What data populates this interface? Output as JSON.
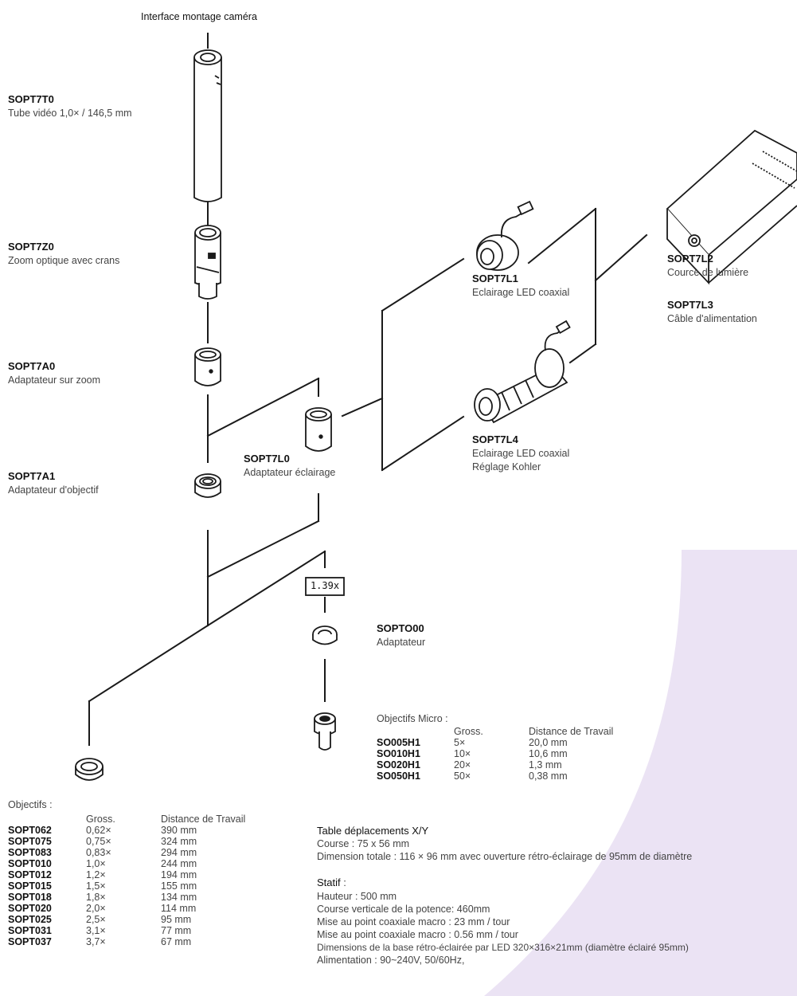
{
  "header": {
    "interface": "Interface montage caméra"
  },
  "parts": {
    "t0": {
      "code": "SOPT7T0",
      "desc": "Tube vidéo 1,0× / 146,5 mm"
    },
    "z0": {
      "code": "SOPT7Z0",
      "desc": "Zoom optique avec crans"
    },
    "a0": {
      "code": "SOPT7A0",
      "desc": "Adaptateur sur zoom"
    },
    "a1": {
      "code": "SOPT7A1",
      "desc": "Adaptateur d'objectif"
    },
    "l0": {
      "code": "SOPT7L0",
      "desc": "Adaptateur éclairage"
    },
    "l1": {
      "code": "SOPT7L1",
      "desc": "Eclairage LED coaxial"
    },
    "l4": {
      "code": "SOPT7L4",
      "desc1": "Eclairage LED coaxial",
      "desc2": "Réglage Kohler"
    },
    "l2": {
      "code": "SOPT7L2",
      "desc": "Cource de lumière"
    },
    "l3": {
      "code": "SOPT7L3",
      "desc": "Câble d'alimentation"
    },
    "o00": {
      "code": "SOPTO00",
      "desc": "Adaptateur"
    }
  },
  "magnifier_label": "1.39x",
  "micro": {
    "title": "Objectifs Micro :",
    "headers": [
      "Gross.",
      "Distance de Travail"
    ],
    "rows": [
      [
        "SO005H1",
        "5×",
        "20,0 mm"
      ],
      [
        "SO010H1",
        "10×",
        "10,6 mm"
      ],
      [
        "SO020H1",
        "20×",
        "1,3 mm"
      ],
      [
        "SO050H1",
        "50×",
        "0,38 mm"
      ]
    ]
  },
  "objectifs": {
    "title": "Objectifs :",
    "headers": [
      "Gross.",
      "Distance de Travail"
    ],
    "rows": [
      [
        "SOPT062",
        "0,62×",
        "390 mm"
      ],
      [
        "SOPT075",
        "0,75×",
        "324 mm"
      ],
      [
        "SOPT083",
        "0,83×",
        "294 mm"
      ],
      [
        "SOPT010",
        "1,0×",
        "244 mm"
      ],
      [
        "SOPT012",
        "1,2×",
        "194 mm"
      ],
      [
        "SOPT015",
        "1,5×",
        "155 mm"
      ],
      [
        "SOPT018",
        "1,8×",
        "134 mm"
      ],
      [
        "SOPT020",
        "2,0×",
        "114 mm"
      ],
      [
        "SOPT025",
        "2,5×",
        "95 mm"
      ],
      [
        "SOPT031",
        "3,1×",
        "77 mm"
      ],
      [
        "SOPT037",
        "3,7×",
        "67 mm"
      ]
    ]
  },
  "table_xy": {
    "title": "Table déplacements X/Y",
    "lines": [
      "Course : 75 x 56 mm",
      "Dimension totale : 116 × 96 mm avec ouverture rétro-éclairage de 95mm de diamètre"
    ]
  },
  "statif": {
    "title": "Statif",
    "title_suffix": " :",
    "lines": [
      "Hauteur : 500 mm",
      "Course verticale de la potence: 460mm",
      "Mise au point coaxiale macro : 23 mm / tour",
      "Mise au point coaxiale macro : 0.56 mm / tour",
      "Dimensions de la base rétro-éclairée par LED 320×316×21mm (diamètre éclairé 95mm)",
      "Alimentation : 90~240V, 50/60Hz,"
    ]
  },
  "colors": {
    "accent_shape": "#ebe3f4",
    "lines": "#1a1a1a"
  }
}
